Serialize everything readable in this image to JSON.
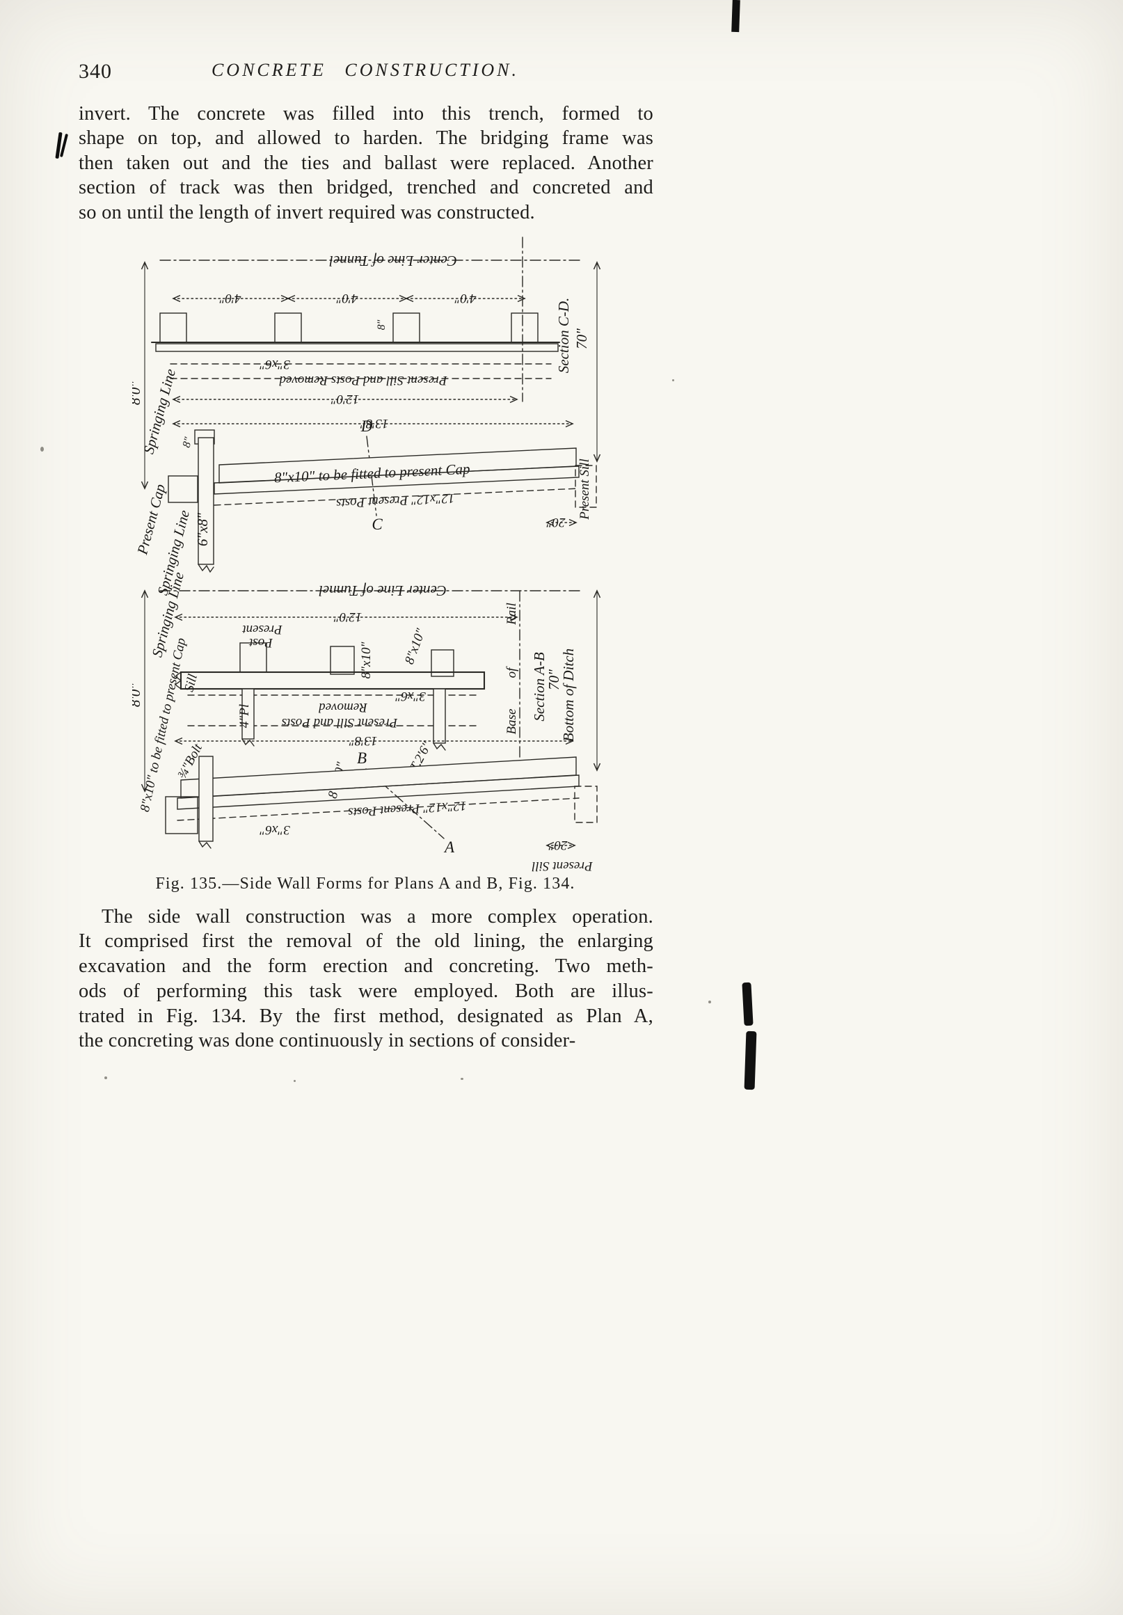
{
  "page": {
    "number": "340",
    "running_head": "CONCRETE CONSTRUCTION."
  },
  "paragraph1": {
    "lines": [
      "invert.  The concrete was filled into this trench, formed to",
      "shape on top, and allowed to harden.  The bridging frame was",
      "then taken out and the ties and ballast were replaced.  Another",
      "section of track was then bridged, trenched and concreted and",
      "so on until the length of invert required was constructed."
    ]
  },
  "figure": {
    "caption": "Fig. 135.—Side Wall Forms for Plans A and B, Fig. 134.",
    "labels": {
      "center_line": "Center Line of Tunnel",
      "d4_0": "4'0\"",
      "d8": "8\"",
      "d12_0": "12'0\"",
      "d13_8": "13'8\"",
      "d70": "70\"",
      "d8_0": "8'0\"",
      "d20": "20\"",
      "s3x6": "3\"x6\"",
      "s6x8": "6\"x8\"",
      "s8x10": "8\"x10\"",
      "s12x12_posts": "12\"x12\" Present Posts",
      "removed": "Present Sill and Posts Removed",
      "removed_l1": "Removed",
      "removed_l2": "Present Sill and Posts",
      "fitted_cap": "8\"x10\" to be fitted to present Cap",
      "present_cap": "Present Cap",
      "present_sill": "Present Sill",
      "present": "Present",
      "post": "Post",
      "springing_line": "Springing Line",
      "section_cd": "Section C-D.",
      "section_ab": "Section A-B",
      "rail": "Rail",
      "of": "of",
      "base": "Base",
      "bottom_of_ditch": "Bottom of Ditch",
      "sill": "Sill",
      "plank4": "4\"Pl",
      "bolt": "¾\"Bolt",
      "rt": "R.T.2'6\"",
      "letter_a": "A",
      "letter_b": "B",
      "letter_c": "C",
      "letter_d": "D"
    }
  },
  "paragraph2": {
    "lines": [
      "The side wall construction was a more complex operation.",
      "It comprised first the removal of the old lining, the enlarging",
      "excavation and the form erection and concreting.  Two meth-",
      "ods of performing this task were employed.  Both are illus-",
      "trated in Fig. 134.  By the first method, designated as Plan A,",
      "the concreting was done continuously in sections of consider-"
    ]
  }
}
